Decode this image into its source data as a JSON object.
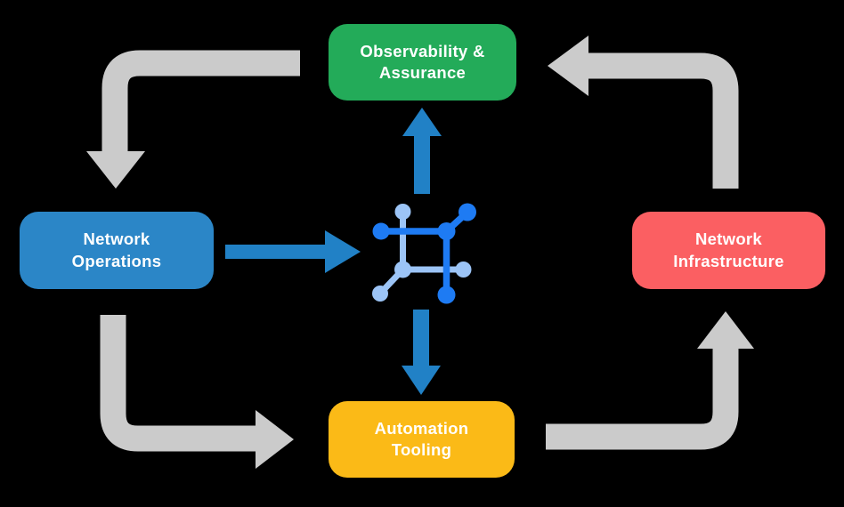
{
  "diagram": {
    "background_color": "#000000",
    "nodes": [
      {
        "id": "observability-assurance",
        "label": "Observability &\nAssurance",
        "color": "#23AB59",
        "text_color": "#FFFFFF"
      },
      {
        "id": "network-operations",
        "label": "Network\nOperations",
        "color": "#2B86C7",
        "text_color": "#FFFFFF"
      },
      {
        "id": "network-infrastructure",
        "label": "Network\nInfrastructure",
        "color": "#FB5F62",
        "text_color": "#FFFFFF"
      },
      {
        "id": "automation-tooling",
        "label": "Automation\nTooling",
        "color": "#FBBA17",
        "text_color": "#FFFFFF"
      }
    ],
    "center_icon": {
      "name": "network-mesh-icon",
      "dark_blue": "#1E7BF3",
      "light_blue": "#9CC4F6"
    },
    "edges": [
      {
        "from": "observability-assurance",
        "to": "network-operations",
        "style": "gray-elbow-arrow"
      },
      {
        "from": "network-operations",
        "to": "automation-tooling",
        "style": "gray-elbow-arrow"
      },
      {
        "from": "automation-tooling",
        "to": "network-infrastructure",
        "style": "gray-elbow-arrow"
      },
      {
        "from": "network-infrastructure",
        "to": "observability-assurance",
        "style": "gray-elbow-arrow"
      },
      {
        "from": "network-operations",
        "to": "center-icon",
        "style": "blue-straight-arrow"
      },
      {
        "from": "center-icon",
        "to": "observability-assurance",
        "style": "blue-straight-arrow"
      },
      {
        "from": "center-icon",
        "to": "automation-tooling",
        "style": "blue-straight-arrow"
      }
    ],
    "edge_colors": {
      "cycle_arrow": "#CBCBCB",
      "direct_arrow": "#2181C6"
    }
  }
}
